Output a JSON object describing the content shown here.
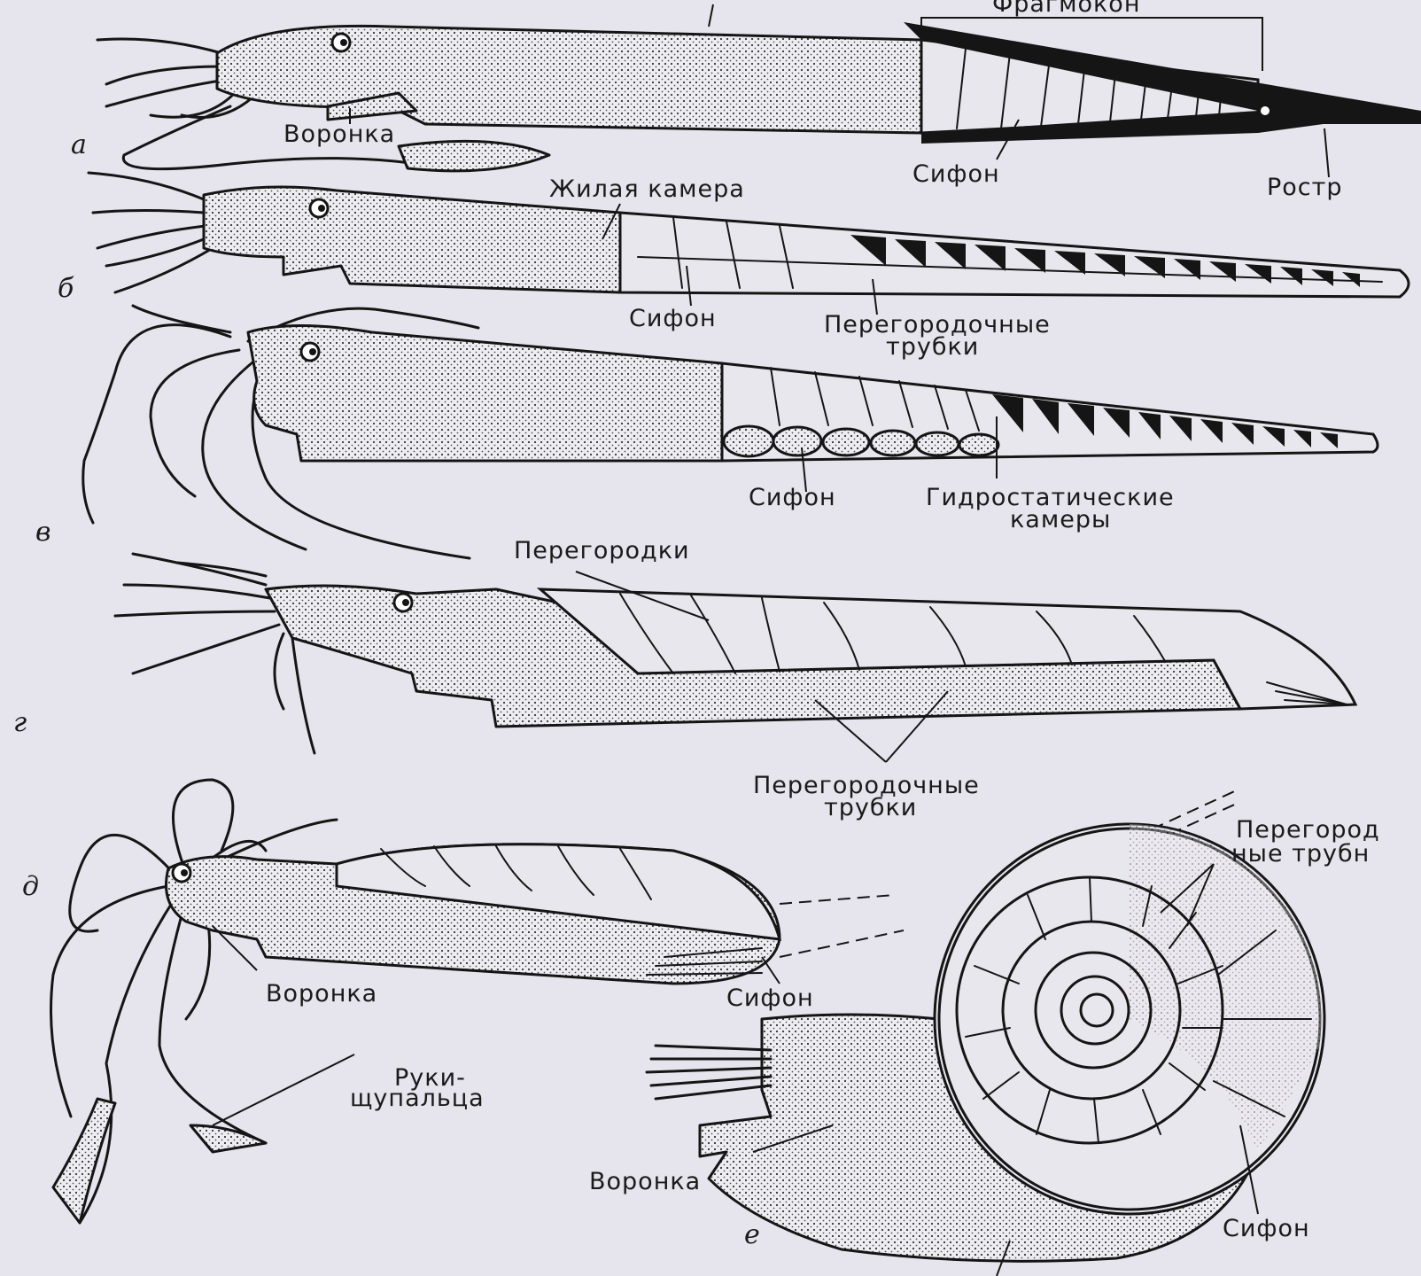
{
  "figure": {
    "panels": [
      {
        "letter": "а",
        "labels": [
          "Фрагмокон",
          "Воронка",
          "Сифон",
          "Ростр"
        ]
      },
      {
        "letter": "б",
        "labels": [
          "Жилая камера",
          "Сифон",
          "Перегородочные",
          "трубки"
        ]
      },
      {
        "letter": "в",
        "labels": [
          "Сифон",
          "Гидростатические",
          "камеры"
        ]
      },
      {
        "letter": "г",
        "labels": [
          "Перегородки",
          "Перегородочные",
          "трубки"
        ]
      },
      {
        "letter": "д",
        "labels": [
          "Воронка",
          "Сифон",
          "Руки-",
          "щупальца"
        ]
      },
      {
        "letter": "е",
        "labels": [
          "Перегород",
          "ные трубн",
          "Воронка",
          "Сифон"
        ]
      }
    ]
  }
}
